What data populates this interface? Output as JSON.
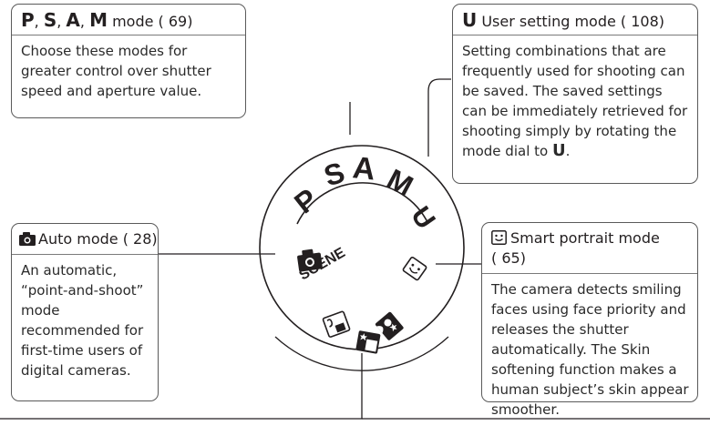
{
  "psam": {
    "letters": [
      "P",
      "S",
      "A",
      "M"
    ],
    "title": "mode ( 69)",
    "ref_page": "69",
    "body": "Choose these modes for greater control over shutter speed and aperture value."
  },
  "user": {
    "letter": "U",
    "title": "User setting mode ( 108)",
    "body": "Setting combinations that are frequently used for shooting can be saved. The saved settings can be immediately retrieved for shooting simply by rotating the mode dial to",
    "body_end": "U",
    "body_period": "."
  },
  "auto": {
    "title": "Auto mode ( 28)",
    "icon": "camera-icon",
    "body": "An automatic, “point-and-shoot” mode recommended for first-time users of digital cameras."
  },
  "smart": {
    "title_line1": "Smart portrait mode",
    "title_line2": "( 65)",
    "icon": "smiley-face-icon",
    "body": "The camera detects smiling faces using face priority and releases the shutter automatically. The Skin softening function makes a human subject’s skin appear smoother."
  },
  "dial": {
    "labels": {
      "p": "P",
      "s": "S",
      "a": "A",
      "m": "M",
      "u": "U",
      "scene": "SCENE"
    },
    "icons": [
      "camera-icon",
      "smiley-face-icon",
      "night-portrait-icon",
      "sparkle-effects-icon",
      "landscape-portrait-icon"
    ]
  },
  "colors": {
    "line": "#231f20",
    "border": "#5a5a5a"
  }
}
